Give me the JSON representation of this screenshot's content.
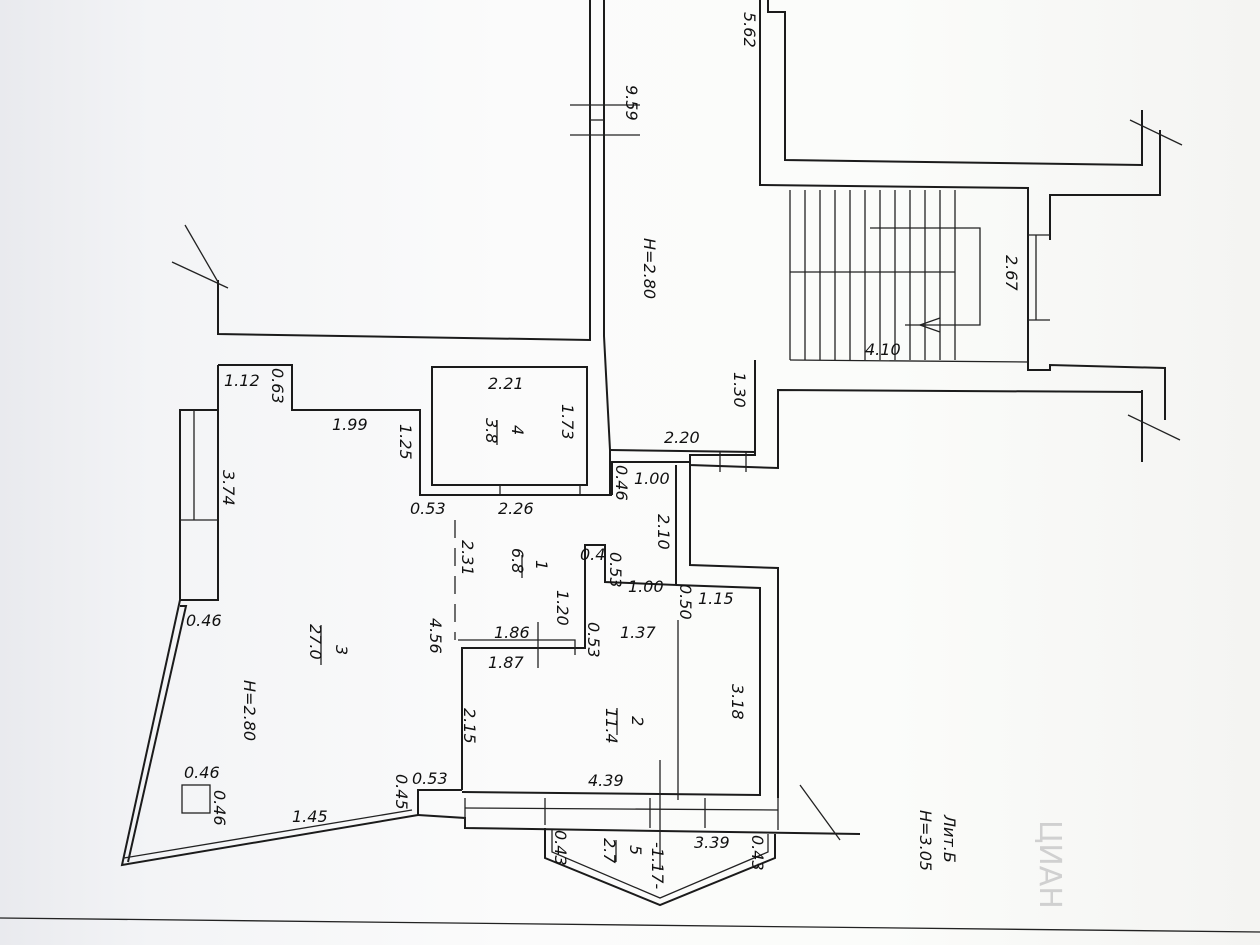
{
  "watermark": "ЦИАН",
  "title": {
    "lit": "Лит.Б",
    "height": "H=3.05"
  },
  "heights": {
    "corridor": "H=2.80",
    "room3": "H=2.80"
  },
  "rooms": [
    {
      "id": "room-4",
      "number": "4",
      "area": "3.8"
    },
    {
      "id": "room-1",
      "number": "1",
      "area": "6.8"
    },
    {
      "id": "room-3",
      "number": "3",
      "area": "27.0"
    },
    {
      "id": "room-2",
      "number": "2",
      "area": "11.4"
    },
    {
      "id": "room-5",
      "number": "5",
      "area": "2.7"
    }
  ],
  "dimensions": [
    "5.62",
    "9.59",
    "2.67",
    "4.10",
    "1.30",
    "2.20",
    "1.12",
    "0.63",
    "1.99",
    "1.25",
    "2.21",
    "1.73",
    "2.26",
    "0.53",
    "0.46",
    "1.00",
    "2.10",
    "3.74",
    "2.31",
    "0.4",
    "0.53",
    "1.00",
    "1.20",
    "0.50",
    "1.15",
    "0.46",
    "1.86",
    "1.87",
    "0.53",
    "1.37",
    "4.56",
    "3.18",
    "2.15",
    "0.46",
    "0.46",
    "0.53",
    "0.45",
    "4.39",
    "1.45",
    "3.39",
    "0.43",
    "0.43",
    "-1.17-"
  ]
}
